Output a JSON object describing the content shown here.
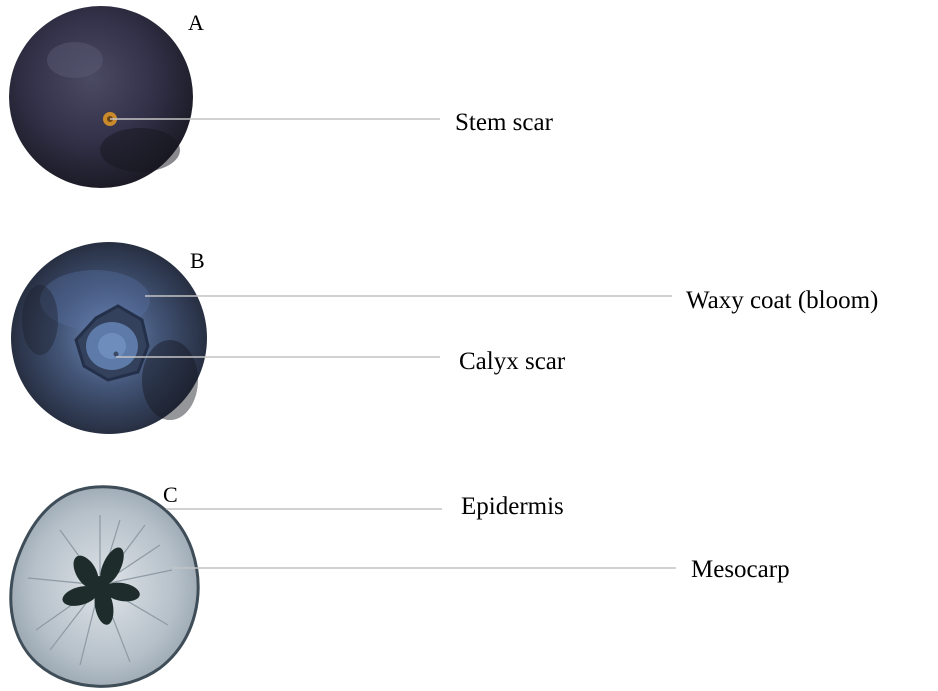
{
  "panels": [
    {
      "id": "A",
      "letter": "A",
      "view": "stem end",
      "labels": [
        "Stem scar"
      ]
    },
    {
      "id": "B",
      "letter": "B",
      "view": "calyx end",
      "labels": [
        "Waxy coat (bloom)",
        "Calyx scar"
      ]
    },
    {
      "id": "C",
      "letter": "C",
      "view": "cross section",
      "labels": [
        "Epidermis",
        "Mesocarp"
      ]
    }
  ],
  "colors": {
    "berry_dark": "#2a2836",
    "berry_mid": "#3d3f55",
    "bloom": "#6e86b8",
    "scar_orange": "#c98a2c",
    "cross_section_flesh": "#b9c3cc",
    "cross_section_center": "#1e2d2c",
    "leader_line": "#c4c4c4"
  }
}
